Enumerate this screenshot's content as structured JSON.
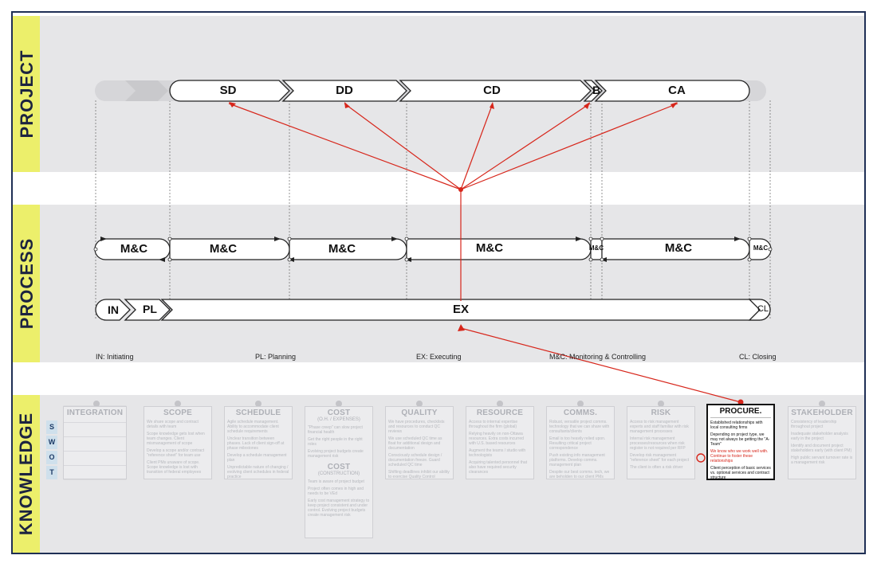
{
  "bands": {
    "project": "PROJECT",
    "process": "PROCESS",
    "knowledge": "KNOWLEDGE"
  },
  "project_phases": [
    "SD",
    "DD",
    "CD",
    "B",
    "CA"
  ],
  "process": {
    "mc_labels": [
      "M&C",
      "M&C",
      "M&C",
      "M&C",
      "M&C",
      "M&C",
      "M&C"
    ],
    "stages": [
      "IN",
      "PL",
      "EX",
      "CL"
    ]
  },
  "legend": {
    "in": "IN: Initiating",
    "pl": "PL: Planning",
    "ex": "EX: Executing",
    "mc": "M&C: Monitoring & Controlling",
    "cl": "CL: Closing"
  },
  "swot": [
    "S",
    "W",
    "O",
    "T"
  ],
  "knowledge_areas": [
    {
      "title": "INTEGRATION",
      "notes": []
    },
    {
      "title": "SCOPE",
      "notes": [
        "We share scope and contract details with team",
        "Scope knowledge gets lost when team changes. Client mismanagement of scope",
        "Develop a scope and/or contract \"reference sheet\" for team use",
        "Client PMs unaware of scope. Scope knowledge is lost with transition of federal employees"
      ]
    },
    {
      "title": "SCHEDULE",
      "notes": [
        "Agile schedule management. Ability to accommodate client schedule requirements",
        "Unclear transition between phases. Lack of client sign-off at phase milestones",
        "Develop a schedule management plan",
        "Unpredictable nature of changing / evolving client schedules in federal practice"
      ]
    },
    {
      "title": "COST",
      "subtitle": "(O.H. / EXPENSES)",
      "notes": [
        "\"Phase creep\" can slow project financial health",
        "Get the right people in the right roles",
        "Evolving project budgets create management risk"
      ]
    },
    {
      "title": "QUALITY",
      "notes": [
        "We have procedures, checklists and resources to conduct QC reviews",
        "We use scheduled QC time as float for additional design and documentation",
        "Consciously schedule design / documentation freeze. Guard scheduled QC time",
        "Shifting deadlines inhibit our ability to exercise Quality Control"
      ]
    },
    {
      "title": "RESOURCE",
      "notes": [
        "Access to internal expertise throughout the firm (global)",
        "Relying heavily on non-Ottawa resources. Extra costs incurred with U.S. based resources",
        "Augment the teams / studio with technologists",
        "Acquiring talented personnel that also have required security clearances"
      ]
    },
    {
      "title": "COMMS.",
      "notes": [
        "Robust, versatile project comms. technology that we can share with consultants/clients",
        "Email is too heavily relied upon. Resulting critical project correspondence",
        "Push existing info management platforms. Develop comms. management plan",
        "Despite our best comms. tech, we are beholden to our client PMs comms. systems"
      ]
    },
    {
      "title": "RISK",
      "notes": [
        "Access to risk management experts and staff familiar with risk management processes",
        "Internal risk management processes/resources when risk register is not required per RFP",
        "Develop risk management \"reference sheet\" for each project",
        "The client is often a risk driver"
      ]
    },
    {
      "title": "STAKEHOLDER",
      "notes": [
        "Consistency of leadership throughout project",
        "Inadequate stakeholder analysis early in the project",
        "Identify and document project stakeholders early (with client PM)",
        "High public servant turnover rate is a management risk"
      ]
    }
  ],
  "cost_construction": {
    "title": "COST",
    "subtitle": "(CONSTRUCTION)",
    "notes": [
      "Team is aware of project budget",
      "Project often comes in high and needs to be VEd",
      "Early cost management strategy to keep project consistent and under control. Evolving project budgets create management risk"
    ]
  },
  "procure": {
    "title": "PROCURE.",
    "notes": [
      {
        "text": "Established relationships with local consulting firms",
        "color": "#111111"
      },
      {
        "text": "Depending on project type, we may not always be getting the \"A-Team\"",
        "color": "#111111"
      },
      {
        "text": "We know who we work well with. Continue to foster these relationships",
        "color": "#d7261b"
      },
      {
        "text": "Client perception of basic services vs. optional services and contract structure",
        "color": "#111111"
      }
    ]
  },
  "colors": {
    "frame": "#1f2f55",
    "band_tab": "#ecef6b",
    "band_bg": "#e6e6e8",
    "link": "#d7261b"
  }
}
